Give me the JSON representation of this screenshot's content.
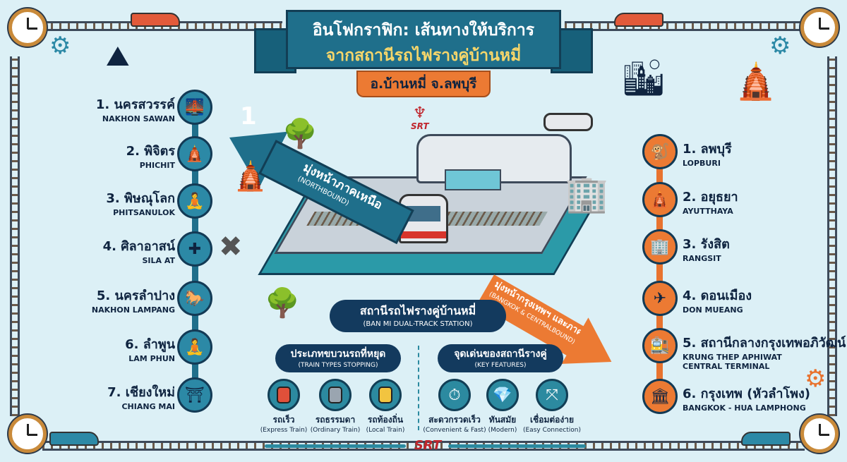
{
  "header": {
    "title_line1": "อินโฟกราฟิก: เส้นทางให้บริการ",
    "title_line2": "จากสถานีรถไฟรางคู่บ้านหมี่",
    "location": "อ.บ้านหมี่ จ.ลพบุรี"
  },
  "logo": {
    "top": "SRT",
    "bottom": "SRT"
  },
  "northbound": {
    "number": "1",
    "label_th": "มุ่งหน้าภาคเหนือ",
    "label_en": "(NORTHBOUND)",
    "color": "#1f6f8b",
    "stops": [
      {
        "th": "1. นครสวรรค์",
        "en": "NAKHON SAWAN"
      },
      {
        "th": "2. พิจิตร",
        "en": "PHICHIT"
      },
      {
        "th": "3. พิษณุโลก",
        "en": "PHITSANULOK"
      },
      {
        "th": "4. ศิลาอาสน์",
        "en": "SILA AT"
      },
      {
        "th": "5. นครลำปาง",
        "en": "NAKHON LAMPANG"
      },
      {
        "th": "6. ลำพูน",
        "en": "LAM PHUN"
      },
      {
        "th": "7. เชียงใหม่",
        "en": "CHIANG MAI"
      }
    ]
  },
  "southbound": {
    "label_th": "มุ่งหน้ากรุงเทพฯ และภาคกลาง",
    "label_en": "(BANGKOK & CENTRALBOUND)",
    "color": "#e8732f",
    "stops": [
      {
        "th": "1. ลพบุรี",
        "en": "LOPBURI"
      },
      {
        "th": "2. อยุธยา",
        "en": "AYUTTHAYA"
      },
      {
        "th": "3. รังสิต",
        "en": "RANGSIT"
      },
      {
        "th": "4. ดอนเมือง",
        "en": "DON MUEANG"
      },
      {
        "th": "5. สถานีกลางกรุงเทพอภิวัฒน์",
        "en": "KRUNG THEP APHIWAT",
        "en2": "CENTRAL TERMINAL"
      },
      {
        "th": "6. กรุงเทพ (หัวลำโพง)",
        "en": "BANGKOK - HUA LAMPHONG"
      }
    ]
  },
  "station": {
    "th": "สถานีรถไฟรางคู่บ้านหมี่",
    "en": "(BAN MI DUAL-TRACK STATION)"
  },
  "train_types": {
    "th": "ประเภทขบวนรถที่หยุด",
    "en": "(TRAIN TYPES STOPPING)",
    "items": [
      {
        "th": "รถเร็ว",
        "en": "(Express Train)",
        "icon": "express-train-icon",
        "color": "#e0503a"
      },
      {
        "th": "รถธรรมดา",
        "en": "(Ordinary Train)",
        "icon": "ordinary-train-icon",
        "color": "#9aa5b0"
      },
      {
        "th": "รถท้องถิ่น",
        "en": "(Local Train)",
        "icon": "local-train-icon",
        "color": "#f2c440"
      }
    ]
  },
  "features": {
    "th": "จุดเด่นของสถานีรางคู่",
    "en": "(KEY FEATURES)",
    "items": [
      {
        "th": "สะดวกรวดเร็ว",
        "en": "(Convenient & Fast)",
        "icon": "stopwatch-icon"
      },
      {
        "th": "ทันสมัย",
        "en": "(Modern)",
        "icon": "diamond-icon"
      },
      {
        "th": "เชื่อมต่อง่าย",
        "en": "(Easy Connection)",
        "icon": "connection-icon"
      }
    ]
  }
}
